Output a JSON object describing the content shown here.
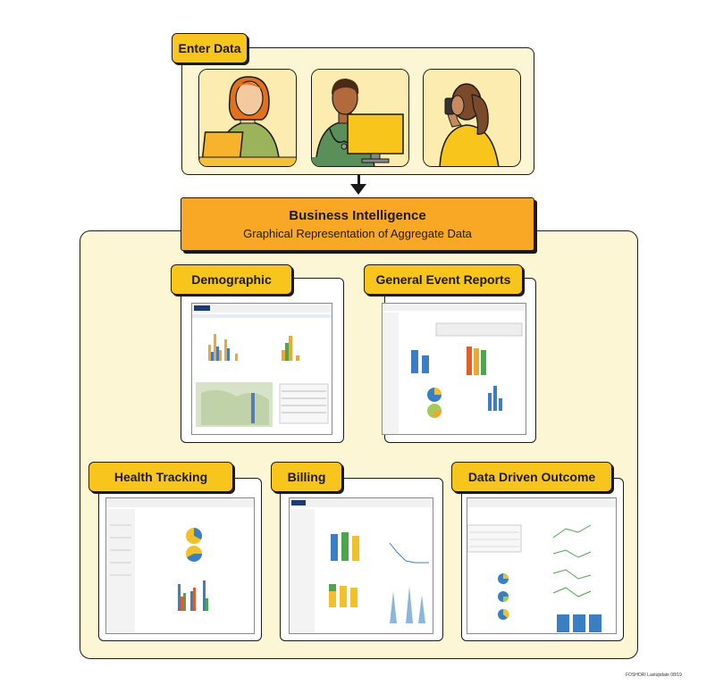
{
  "enter_data": {
    "label": "Enter Data",
    "people": [
      "woman-at-laptop",
      "doctor-at-monitor",
      "person-on-phone"
    ]
  },
  "business_intelligence": {
    "title": "Business Intelligence",
    "subtitle": "Graphical Representation of Aggregate Data"
  },
  "dashboards": [
    {
      "label": "Demographic"
    },
    {
      "label": "General Event Reports"
    },
    {
      "label": "Health Tracking"
    },
    {
      "label": "Billing"
    },
    {
      "label": "Data Driven Outcome"
    }
  ],
  "footnote": "FOSHORI Lastupdate 08/19",
  "colors": {
    "tab_yellow": "#f7c51b",
    "bi_orange": "#f9a825",
    "panel_cream": "#fdf6d4",
    "outline": "#1a1a1a"
  }
}
